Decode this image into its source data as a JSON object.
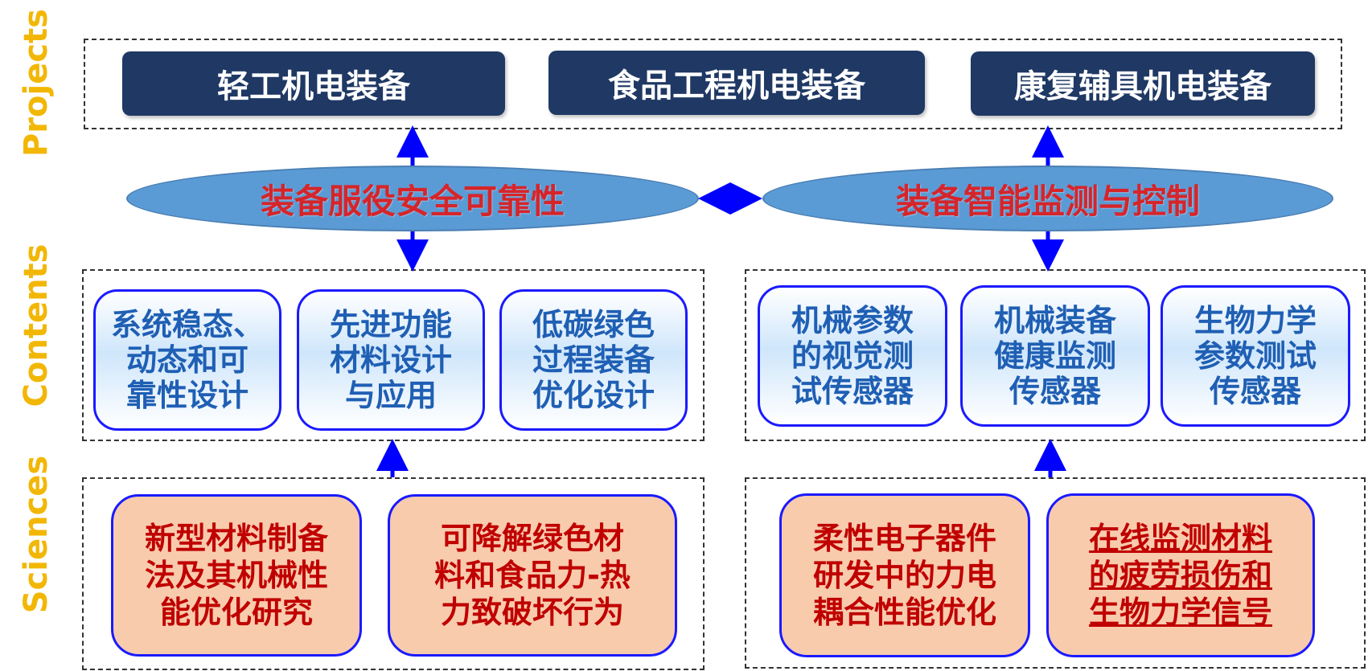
{
  "side_labels": {
    "projects": "Projects",
    "contents": "Contents",
    "sciences": "Sciences"
  },
  "projects": [
    "轻工机电装备",
    "食品工程机电装备",
    "康复辅具机电装备"
  ],
  "themes": {
    "left": "装备服役安全可靠性",
    "right": "装备智能监测与控制"
  },
  "contents_left": [
    "系统稳态、\n动态和可\n靠性设计",
    "先进功能\n材料设计\n与应用",
    "低碳绿色\n过程装备\n优化设计"
  ],
  "contents_right": [
    "机械参数\n的视觉测\n试传感器",
    "机械装备\n健康监测\n传感器",
    "生物力学\n参数测试\n传感器"
  ],
  "sciences_left": [
    "新型材料制备\n法及其机械性\n能优化研究",
    "可降解绿色材\n料和食品力-热\n力致破坏行为"
  ],
  "sciences_right": [
    "柔性电子器件\n研发中的力电\n耦合性能优化",
    "在线监测材料\n的疲劳损伤和\n生物力学信号"
  ],
  "colors": {
    "side_label": "#f2b705",
    "project_bg": "#1f3864",
    "ellipse_bg": "#5b9bd5",
    "ellipse_text": "#d6252a",
    "content_text": "#1f5fb4",
    "science_bg": "#f8cbad",
    "science_text": "#c00000",
    "arrow": "#0000ff"
  }
}
